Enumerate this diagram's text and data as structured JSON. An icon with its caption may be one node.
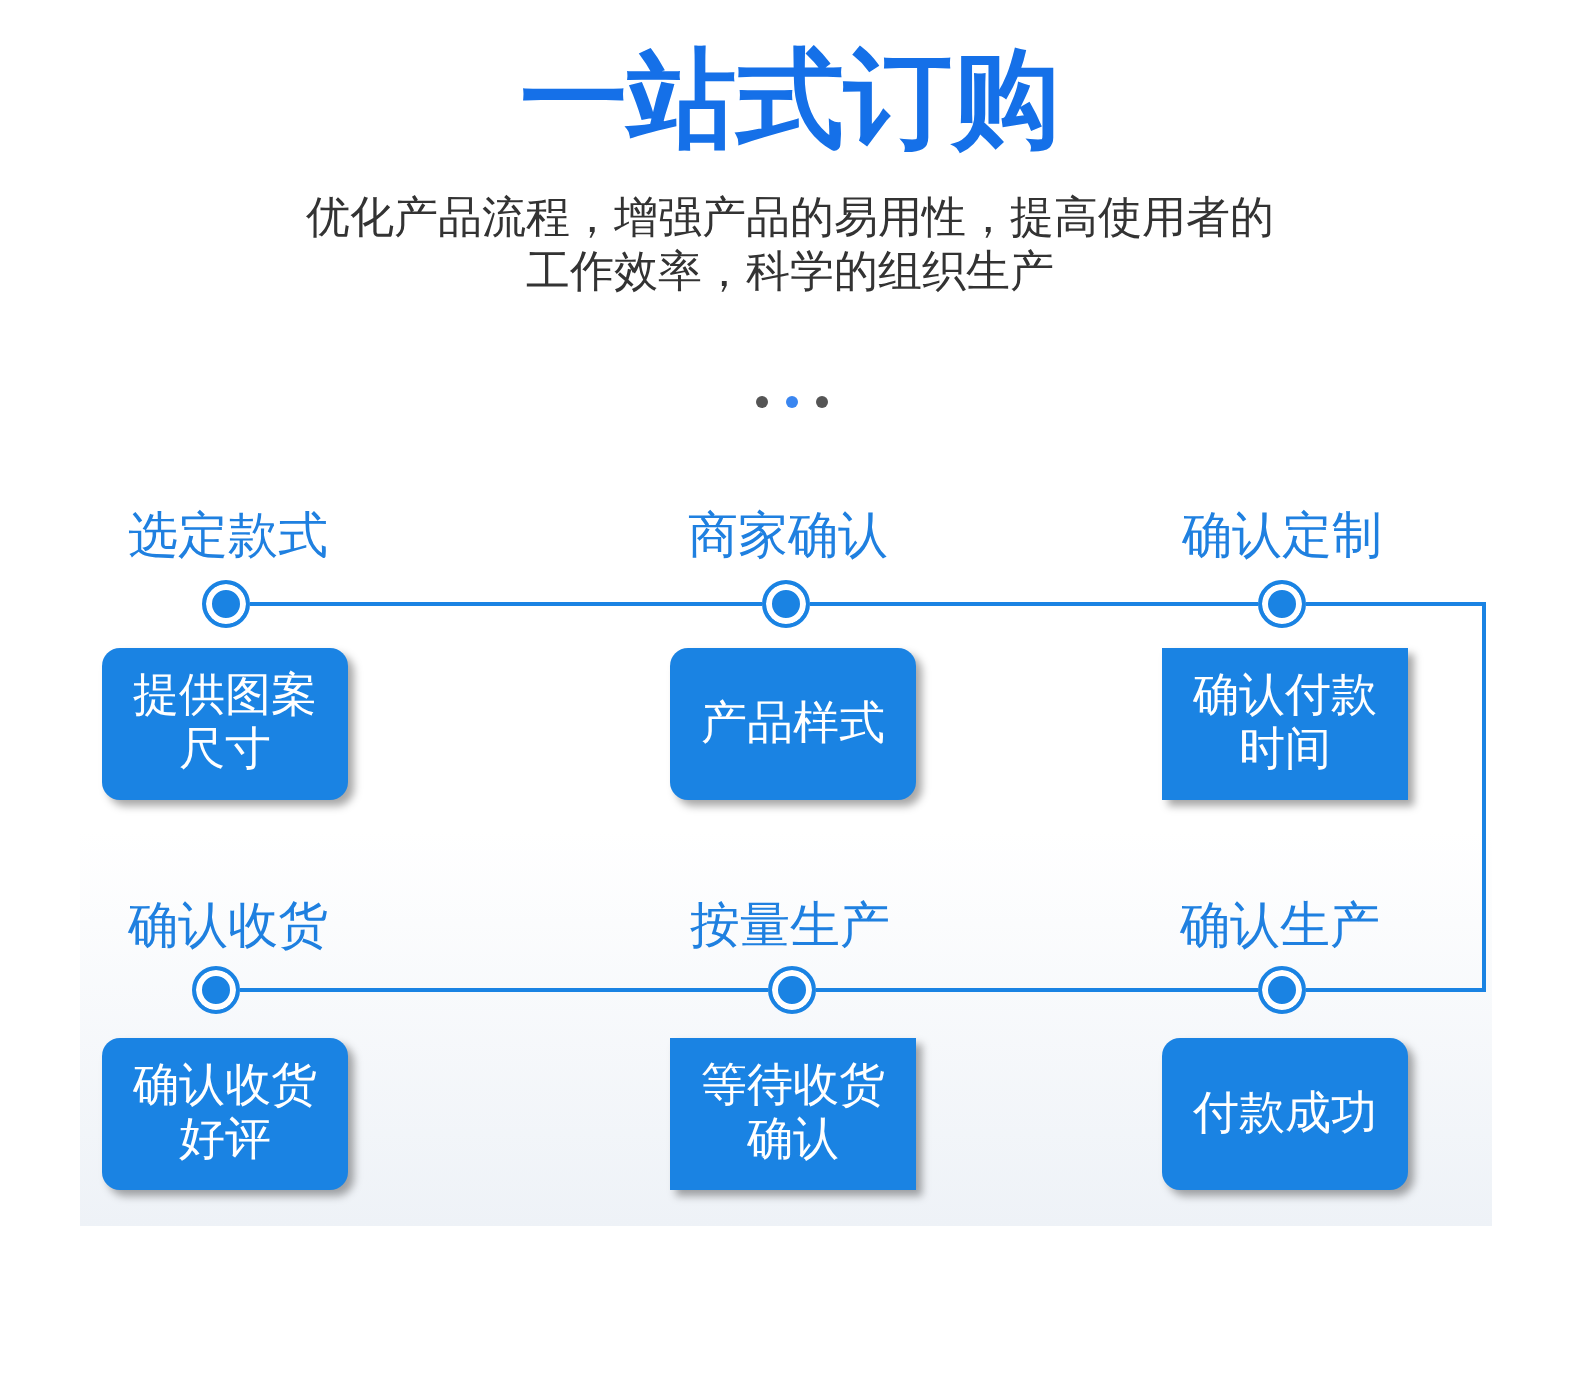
{
  "diagram": {
    "title": "一站式订购",
    "nodes": [
      {
        "text": [],
        "shape": "circle",
        "beside": [
          "选定款式"
        ]
      },
      {
        "text": [
          "提供图案尺寸"
        ]
      },
      {
        "text": [],
        "shape": "circle",
        "beside": [
          "商家确认"
        ]
      },
      {
        "text": [
          "产品样式"
        ]
      },
      {
        "text": [],
        "shape": "circle",
        "beside": [
          "确认定制"
        ]
      },
      {
        "text": [
          "确认付款时间"
        ]
      },
      {
        "text": [],
        "shape": "circle",
        "beside": [
          "确认收货"
        ]
      },
      {
        "text": [
          "确认收货好评"
        ]
      },
      {
        "text": [],
        "shape": "circle",
        "beside": [
          "按量生产"
        ]
      },
      {
        "text": [
          "等待收货确认"
        ]
      },
      {
        "text": [],
        "shape": "circle",
        "beside": [
          "确认生产"
        ]
      },
      {
        "text": [
          "付款成功"
        ]
      }
    ],
    "edges": [
      {
        "from": 0,
        "to": 2,
        "arrow": "none"
      },
      {
        "from": 2,
        "to": 4,
        "arrow": "none"
      },
      {
        "from": 4,
        "to": 10,
        "arrow": "none"
      },
      {
        "from": 10,
        "to": 8,
        "arrow": "none"
      },
      {
        "from": 8,
        "to": 6,
        "arrow": "none"
      }
    ],
    "labels": [
      "优化产品流程，增强产品的易用性，提高使用者的工作效率，科学的组织生产"
    ]
  }
}
